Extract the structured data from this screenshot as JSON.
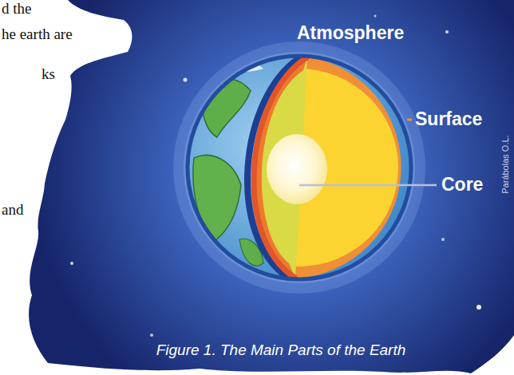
{
  "diagram": {
    "caption": "Figure 1. The Main Parts of the Earth",
    "labels": [
      "d the",
      "he earth are",
      "ks",
      "and",
      "Atmosphere",
      "Surface",
      "Core",
      "Parábolas O.L."
    ]
  }
}
